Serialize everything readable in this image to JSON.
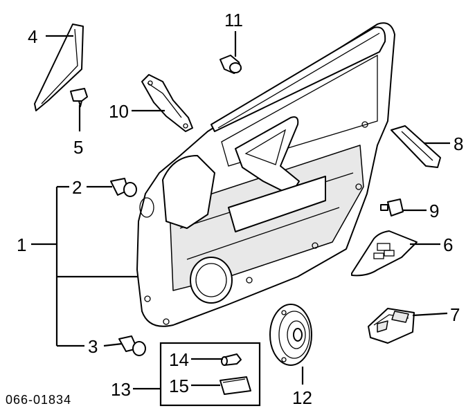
{
  "callouts": {
    "n1": "1",
    "n2": "2",
    "n3": "3",
    "n4": "4",
    "n5": "5",
    "n6": "6",
    "n7": "7",
    "n8": "8",
    "n9": "9",
    "n10": "10",
    "n11": "11",
    "n12": "12",
    "n13": "13",
    "n14": "14",
    "n15": "15"
  },
  "diagram_code": "066-01834"
}
